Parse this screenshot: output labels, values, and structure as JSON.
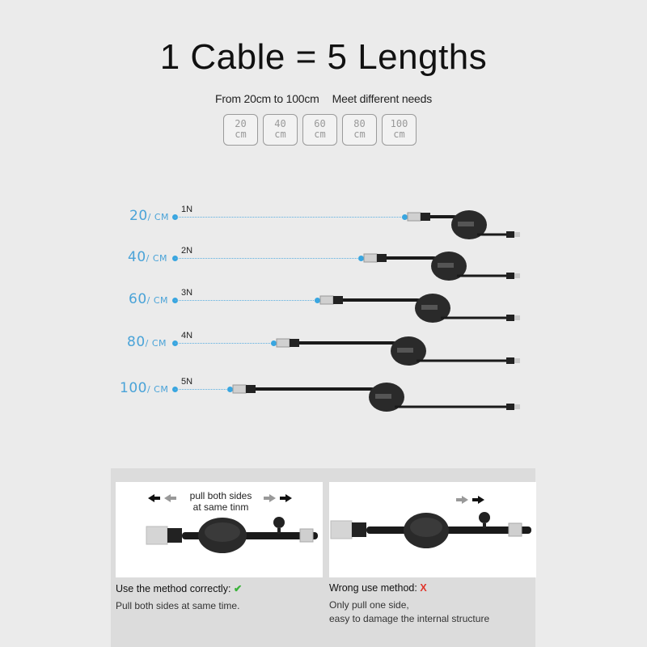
{
  "header": {
    "title": "1 Cable = 5 Lengths",
    "subtitle_left": "From 20cm to 100cm",
    "subtitle_right": "Meet different needs"
  },
  "length_chips": [
    {
      "num": "20",
      "unit": "cm"
    },
    {
      "num": "40",
      "unit": "cm"
    },
    {
      "num": "60",
      "unit": "cm"
    },
    {
      "num": "80",
      "unit": "cm"
    },
    {
      "num": "100",
      "unit": "cm"
    }
  ],
  "length_rows": [
    {
      "value": "20",
      "unit": "/ CM",
      "force": "1N"
    },
    {
      "value": "40",
      "unit": "/ CM",
      "force": "2N"
    },
    {
      "value": "60",
      "unit": "/ CM",
      "force": "3N"
    },
    {
      "value": "80",
      "unit": "/ CM",
      "force": "4N"
    },
    {
      "value": "100",
      "unit": "/ CM",
      "force": "5N"
    }
  ],
  "usage": {
    "correct": {
      "instruction_line1": "pull both sides",
      "instruction_line2": "at same tinm",
      "caption": "Use the method correctly:",
      "mark": "✔",
      "detail": "Pull both sides at same time."
    },
    "wrong": {
      "caption": "Wrong use method:",
      "mark": "X",
      "detail_line1": "Only pull one side,",
      "detail_line2": "easy to damage the internal structure"
    }
  },
  "colors": {
    "accent_blue": "#39a6e0",
    "check_green": "#3bb33b",
    "cross_red": "#e0352b",
    "background": "#ebebeb"
  }
}
